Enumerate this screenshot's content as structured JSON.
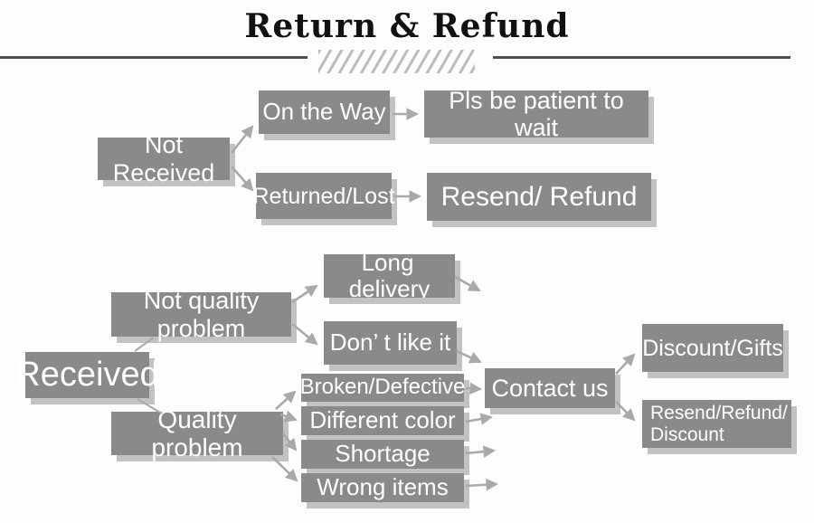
{
  "title": "Return & Refund",
  "colors": {
    "page_bg": "#fdfdfd",
    "node_bg": "#8a8a8a",
    "node_text": "#ffffff",
    "arrow": "#a9a9a9",
    "title_text": "#111111",
    "rule": "#4f4f4f",
    "hatch": "#bcbcbc"
  },
  "nodes": {
    "not_received": "Not Received",
    "on_the_way": "On the Way",
    "pls_wait": "Pls be patient to wait",
    "returned_lost": "Returned/Lost",
    "resend_refund": "Resend/ Refund",
    "received": "Received",
    "not_quality_problem": "Not quality problem",
    "quality_problem": "Quality problem",
    "long_delivery": "Long delivery",
    "dont_like_it": "Don’ t like it",
    "broken_defective": "Broken/Defective",
    "different_color": "Different color",
    "shortage": "Shortage",
    "wrong_items": "Wrong items",
    "contact_us": "Contact us",
    "discount_gifts": "Discount/Gifts",
    "resend_refund_discount": "Resend/Refund/\nDiscount"
  },
  "edges": [
    {
      "from": "not_received",
      "to": "on_the_way",
      "style": "arrow"
    },
    {
      "from": "not_received",
      "to": "returned_lost",
      "style": "arrow"
    },
    {
      "from": "on_the_way",
      "to": "pls_wait",
      "style": "arrow"
    },
    {
      "from": "returned_lost",
      "to": "resend_refund",
      "style": "arrow"
    },
    {
      "from": "received",
      "to": "not_quality_problem",
      "style": "line"
    },
    {
      "from": "received",
      "to": "quality_problem",
      "style": "line"
    },
    {
      "from": "not_quality_problem",
      "to": "long_delivery",
      "style": "arrow"
    },
    {
      "from": "not_quality_problem",
      "to": "dont_like_it",
      "style": "arrow"
    },
    {
      "from": "long_delivery",
      "to": "contact_us",
      "style": "arrow"
    },
    {
      "from": "dont_like_it",
      "to": "contact_us",
      "style": "arrow"
    },
    {
      "from": "quality_problem",
      "to": "broken_defective",
      "style": "arrow"
    },
    {
      "from": "quality_problem",
      "to": "different_color",
      "style": "arrow"
    },
    {
      "from": "quality_problem",
      "to": "shortage",
      "style": "arrow"
    },
    {
      "from": "quality_problem",
      "to": "wrong_items",
      "style": "arrow"
    },
    {
      "from": "broken_defective",
      "to": "contact_us",
      "style": "arrow"
    },
    {
      "from": "different_color",
      "to": "contact_us",
      "style": "arrow"
    },
    {
      "from": "shortage",
      "to": "contact_us",
      "style": "arrow"
    },
    {
      "from": "wrong_items",
      "to": "contact_us",
      "style": "arrow"
    },
    {
      "from": "contact_us",
      "to": "discount_gifts",
      "style": "arrow"
    },
    {
      "from": "contact_us",
      "to": "resend_refund_discount",
      "style": "arrow"
    }
  ]
}
